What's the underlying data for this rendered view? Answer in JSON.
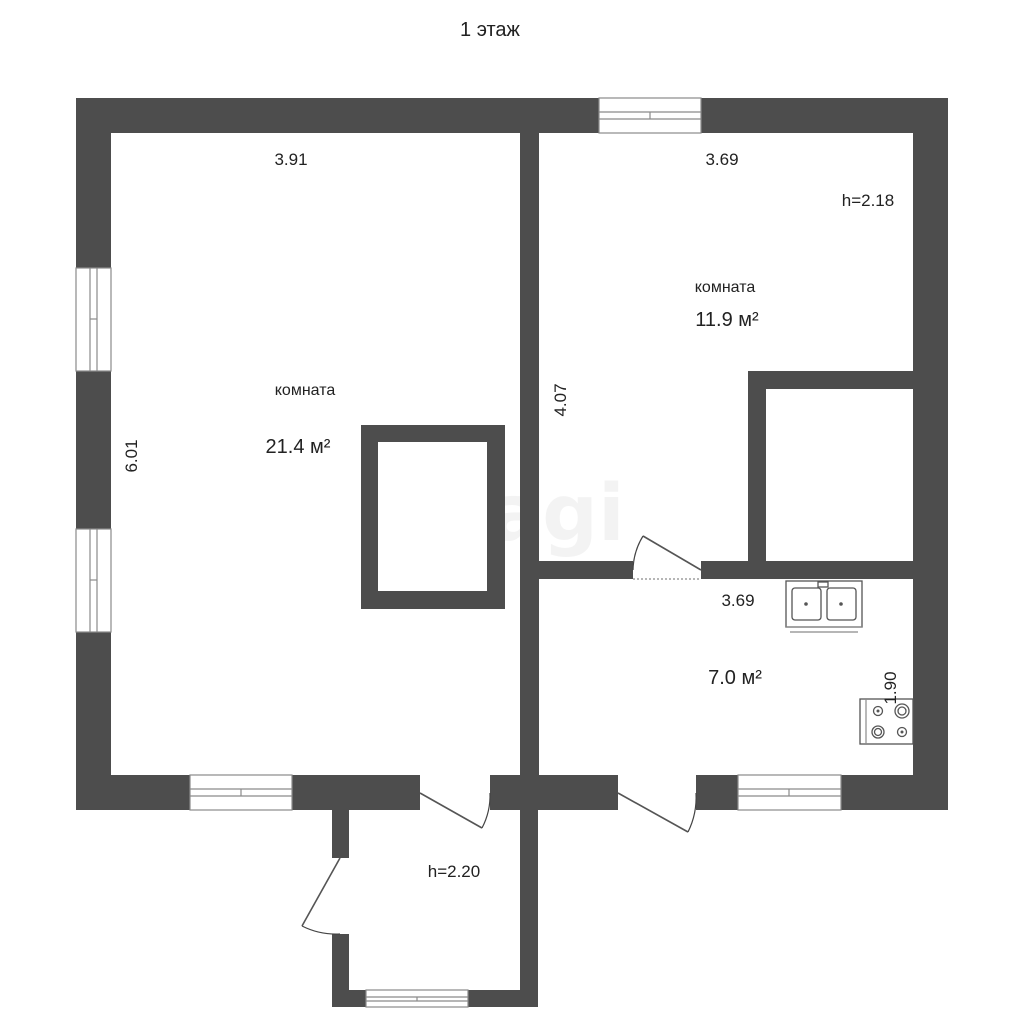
{
  "title": "1 этаж",
  "watermark": "etagi",
  "rooms": {
    "big_room": {
      "name": "комната",
      "area": "21.4 м²",
      "width": "3.91",
      "height": "6.01"
    },
    "right_room": {
      "name": "комната",
      "area": "11.9 м²",
      "width": "3.69",
      "height": "4.07",
      "ceiling": "h=2.18"
    },
    "kitchen": {
      "area": "7.0 м²",
      "width": "3.69",
      "height": "1.90"
    },
    "porch": {
      "ceiling": "h=2.20"
    }
  },
  "colors": {
    "wall": "#4d4d4d",
    "background": "#ffffff",
    "text": "#222222"
  },
  "icons": [
    "window-icon",
    "door-icon",
    "sink-icon",
    "stove-icon"
  ]
}
